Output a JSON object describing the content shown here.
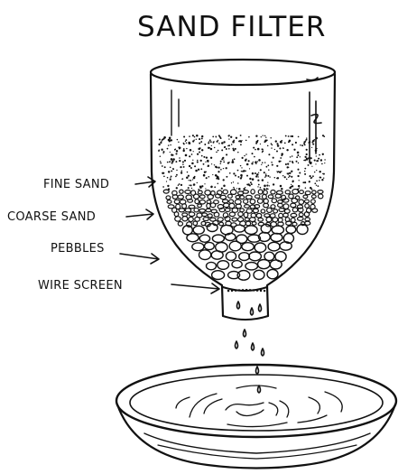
{
  "title": "SAND FILTER",
  "labels": {
    "fine_sand": "FINE SAND",
    "coarse_sand": "COARSE SAND",
    "pebbles": "PEBBLES",
    "wire_screen": "WIRE SCREEN"
  },
  "colors": {
    "ink": "#111111",
    "background": "#ffffff"
  }
}
